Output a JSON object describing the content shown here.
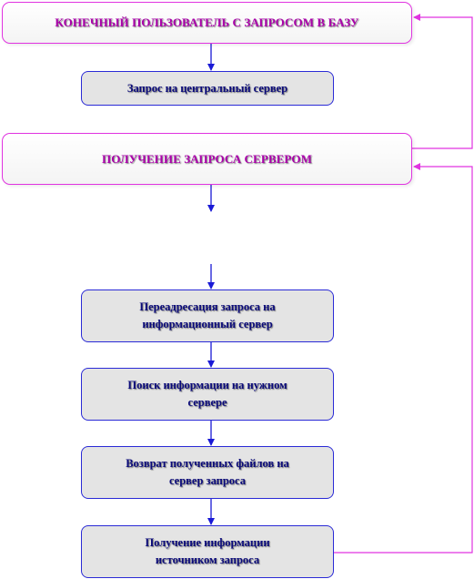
{
  "nodes": {
    "end_user": "КОНЕЧНЫЙ ПОЛЬЗОВАТЕЛЬ С ЗАПРОСОМ В БАЗУ",
    "request_central": "Запрос на центральный сервер",
    "server_receive": "ПОЛУЧЕНИЕ  ЗАПРОСА  СЕРВЕРОМ",
    "readdress": "Переадресация запроса  на\nинформационный   сервер",
    "search_info": "Поиск  информации на нужном\nсервере",
    "return_files": "Возврат полученных файлов на\nсервер запроса",
    "source_receive": "Получение информации\nисточником запроса"
  },
  "colors": {
    "magenta_border": "#e033e0",
    "magenta_text": "#aa00aa",
    "blue_border": "#2a2ad6",
    "blue_text": "#0a0a7a",
    "box_fill": "#e4e4e4",
    "arrow": "#1a1ad6"
  }
}
